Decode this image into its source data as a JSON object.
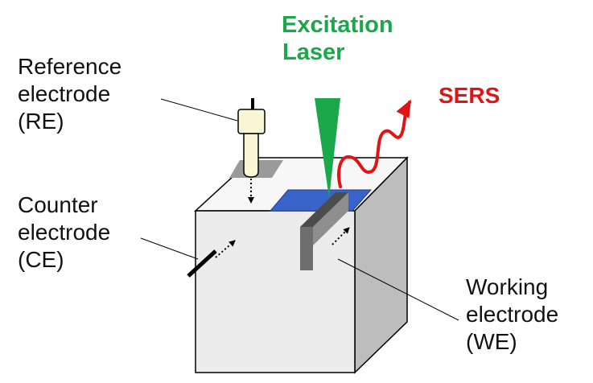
{
  "labels": {
    "reference": [
      "Reference",
      "electrode",
      "(RE)"
    ],
    "counter": [
      "Counter",
      "electrode",
      "(CE)"
    ],
    "working": [
      "Working",
      "electrode",
      "(WE)"
    ],
    "laser": [
      "Excitation",
      "Laser"
    ],
    "sers": "SERS"
  },
  "colors": {
    "laser": "#1aa84a",
    "sers": "#e01414",
    "sample": "#3a63c9",
    "cell_front": "#ececec",
    "cell_top": "#f7f7f7",
    "cell_side": "#bdbdbd",
    "electrode": "#6e6e6e",
    "reference_body": "#fbf7d6",
    "text": "#111111"
  }
}
